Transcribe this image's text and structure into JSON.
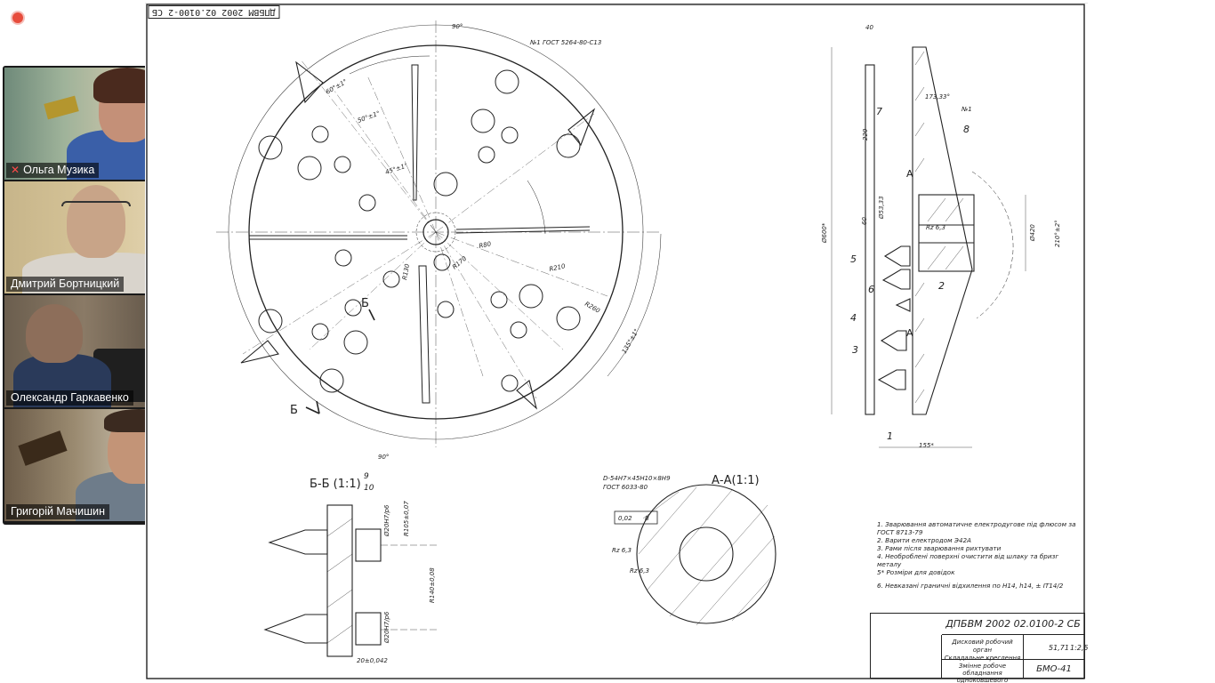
{
  "participants": [
    {
      "name": "Ольга Музика",
      "muted": true,
      "mic_icon": "mic-muted-icon"
    },
    {
      "name": "Дмитрий Бортницкий",
      "muted": false
    },
    {
      "name": "Олександр Гаркавенко",
      "muted": false
    },
    {
      "name": "Григорій Мачишин",
      "muted": false,
      "active_speaker": true
    }
  ],
  "drawing": {
    "stamp": "ДПБВМ 2002 02.0100-2 СБ",
    "section_bb": "Б-Б (1:1)",
    "section_aa": "А-А(1:1)",
    "label_b": "Б",
    "gost_top": "№1 ГОСТ 5264-80-С13",
    "spline_spec": "D-54Н7×45Н10×8Н9",
    "spline_gost": "ГОСТ 6033-80",
    "roughness": "Rz 6,3",
    "tolerance": "0,02",
    "datum": "В",
    "dims": {
      "d600": "Ø600*",
      "d420": "Ø420",
      "d53": "Ø53,33",
      "dim155": "155*",
      "dim60": "60",
      "dim40": "40",
      "dim220": "220",
      "angle90_top": "90°",
      "angle90_bottom": "90°",
      "angle60": "60°±1°",
      "angle50": "50°±1°",
      "angle45": "45°±1°",
      "r80": "R80",
      "r170": "R170",
      "r210": "R210",
      "r260": "R260",
      "r130": "R130",
      "angle_130": "135°±1°",
      "angle_210": "210°±2°",
      "r105": "R105±0,07",
      "r140": "R140±0,08",
      "fit20a": "Ø20Н7/р6",
      "fit20b": "Ø20Н7/р6",
      "dim20": "20±0,042",
      "balloon9": "9",
      "balloon10": "10",
      "angle_cone": "173,33°"
    },
    "parts": [
      "1",
      "2",
      "3",
      "4",
      "5",
      "6",
      "7",
      "8"
    ],
    "weld_mark": "№1",
    "notes": [
      "1. Зварювання автоматичне електродуговe під флюсом за",
      "   ГОСТ 8713-79",
      "2. Варити електродом Э42А",
      "3. Рами після зварювання рихтувати",
      "4. Необроблені поверхні очистити від шлаку та бризг",
      "   металу",
      "5* Розміри для довідок",
      "6. Невказані граничні відхилення по Н14, h14, ± IT14/2"
    ],
    "title_block": {
      "code": "ДПБВМ 2002 02.0100-2 СБ",
      "desc": "Дисковий робочий орган\nСкладальне креслення",
      "desc2": "Змінне робоче обладнання\nодноковшевого екскаватора",
      "scale": "1:2,5",
      "mass": "51,71",
      "group": "БМО-41"
    }
  }
}
